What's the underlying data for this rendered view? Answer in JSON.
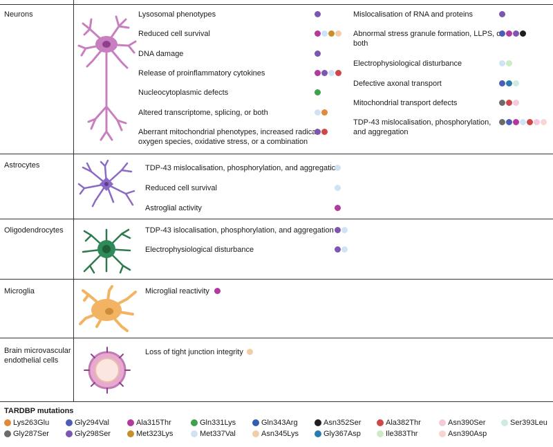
{
  "colors": {
    "Lys263Glu": "#e0893a",
    "Gly287Ser": "#6b6b6b",
    "Gly294Val": "#4d5db5",
    "Gly298Ser": "#7c56b0",
    "Ala315Thr": "#b03a9e",
    "Met323Lys": "#c8902a",
    "Gln331Lys": "#3da24a",
    "Met337Val": "#cfe3f5",
    "Gln343Arg": "#2f5fb5",
    "Asn345Lys": "#f0cfa8",
    "Asn352Ser": "#1e1e1e",
    "Gly367Asp": "#2b7bb0",
    "Ala382Thr": "#d04747",
    "Ile383Thr": "#cdecc5",
    "Asn390Ser": "#f5c9de",
    "Asn390Asp": "#f7d5d5",
    "Ser393Leu": "#cdebe0"
  },
  "sections": [
    {
      "label": "Neurons",
      "phenotypes": [
        {
          "text": "Lysosomal phenotypes",
          "dots": [
            "Gly298Ser"
          ]
        },
        {
          "text": "Reduced cell survival",
          "dots": [
            "Ala315Thr",
            "Met337Val",
            "Met323Lys",
            "Asn345Lys"
          ]
        },
        {
          "text": "DNA damage",
          "dots": [
            "Gly298Ser"
          ]
        },
        {
          "text": "Release of proinflammatory cytokines",
          "dots": [
            "Ala315Thr",
            "Gly298Ser",
            "Met337Val",
            "Ala382Thr"
          ]
        },
        {
          "text": "Nucleocytoplasmic defects",
          "dots": [
            "Gln331Lys"
          ]
        },
        {
          "text": "Altered transcriptome, splicing, or both",
          "dots": [
            "Met337Val",
            "Lys263Glu"
          ]
        },
        {
          "text": "Aberrant mitochondrial phenotypes, increased radical",
          "text2": "oxygen species, oxidative stress, or a combination",
          "dots": [
            "Gly298Ser",
            "Ala382Thr"
          ]
        },
        {
          "text": "Mislocalisation of RNA and proteins",
          "dots": [
            "Gly298Ser"
          ]
        },
        {
          "text": "Abnormal stress granule formation, LLPS, or",
          "text2": "both",
          "dots": [
            "Gly294Val",
            "Ala315Thr",
            "Gly298Ser",
            "Asn352Ser"
          ]
        },
        {
          "text": "Electrophysiological disturbance",
          "dots": [
            "Met337Val",
            "Ile383Thr"
          ]
        },
        {
          "text": "Defective axonal transport",
          "dots": [
            "Gly294Val",
            "Gly367Asp",
            "Ser393Leu"
          ]
        },
        {
          "text": "Mitochondrial transport defects",
          "dots": [
            "Gly287Ser",
            "Ala382Thr",
            "Asn390Ser"
          ]
        },
        {
          "text": "TDP-43 mislocalisation, phosphorylation,",
          "text2": "and aggregation",
          "dots": [
            "Gly287Ser",
            "Gly294Val",
            "Ala315Thr",
            "Met337Val",
            "Ala382Thr",
            "Asn390Ser",
            "Asn390Asp"
          ]
        }
      ]
    },
    {
      "label": "Astrocytes",
      "phenotypes": [
        {
          "text": "TDP-43 mislocalisation, phosphorylation, and aggregation",
          "dots": [
            "Met337Val"
          ]
        },
        {
          "text": "Reduced cell survival",
          "dots": [
            "Met337Val"
          ]
        },
        {
          "text": "Astroglial activity",
          "dots": [
            "Ala315Thr"
          ]
        }
      ]
    },
    {
      "label": "Oligodendrocytes",
      "phenotypes": [
        {
          "text": "TDP-43 islocalisation, phosphorylation, and aggregation",
          "dots": [
            "Gly298Ser",
            "Met337Val"
          ]
        },
        {
          "text": "Electrophysiological disturbance",
          "dots": [
            "Gly298Ser",
            "Met337Val"
          ]
        }
      ]
    },
    {
      "label": "Microglia",
      "phenotypes": [
        {
          "text": "Microglial reactivity",
          "dots": [
            "Ala315Thr"
          ]
        }
      ]
    },
    {
      "label": "Brain microvascular",
      "label2": "endothelial cells",
      "phenotypes": [
        {
          "text": "Loss of tight junction integrity",
          "dots": [
            "Asn345Lys"
          ]
        }
      ]
    }
  ],
  "legend": {
    "title": "TARDBP mutations",
    "items": [
      "Lys263Glu",
      "Gly287Ser",
      "Gly294Val",
      "Gly298Ser",
      "Ala315Thr",
      "Met323Lys",
      "Gln331Lys",
      "Met337Val",
      "Gln343Arg",
      "Asn345Lys",
      "Asn352Ser",
      "Gly367Asp",
      "Ala382Thr",
      "Ile383Thr",
      "Asn390Ser",
      "Asn390Asp",
      "Ser393Leu"
    ]
  },
  "illustrations": [
    "neuron-illustration",
    "astrocyte-illustration",
    "oligodendrocyte-illustration",
    "microglia-illustration",
    "endothelial-cell-illustration"
  ]
}
